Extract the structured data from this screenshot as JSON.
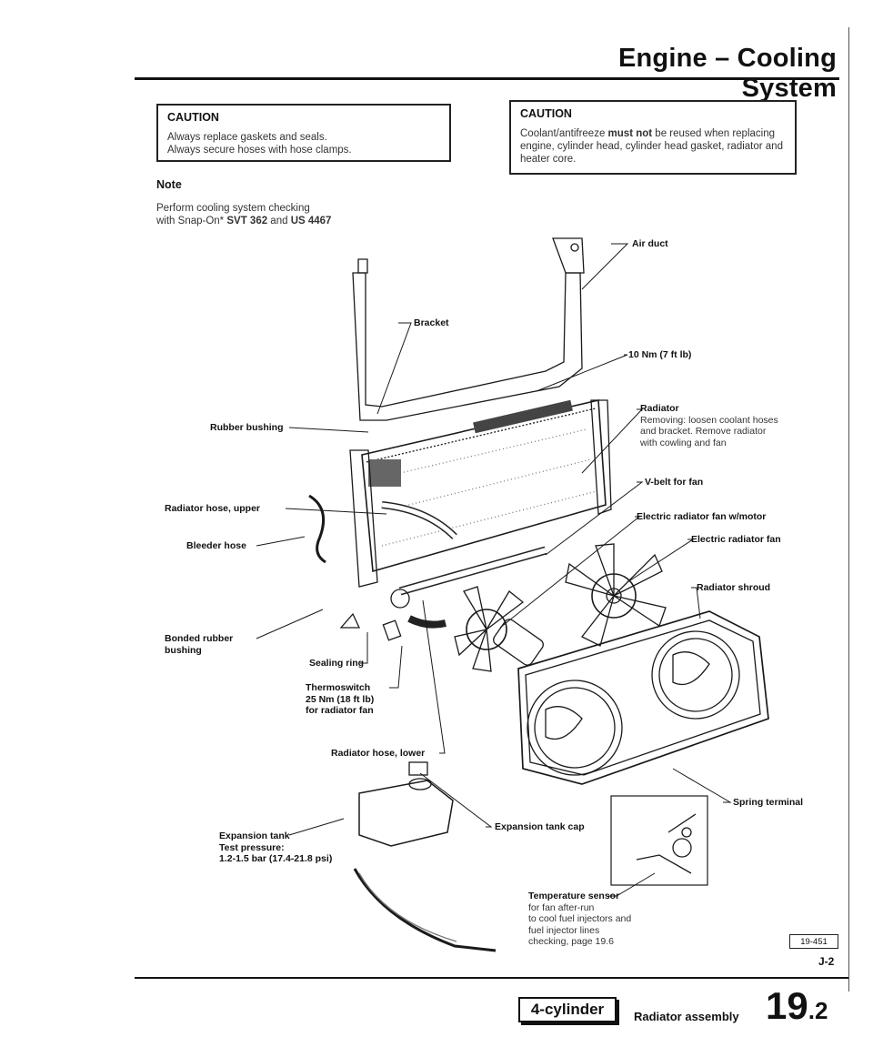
{
  "header": {
    "title": "Engine – Cooling System"
  },
  "caution_left": {
    "heading": "CAUTION",
    "lines": [
      "Always replace gaskets and seals.",
      "Always secure hoses with hose clamps."
    ]
  },
  "caution_right": {
    "heading": "CAUTION",
    "text_before": "Coolant/antifreeze ",
    "text_bold": "must not",
    "text_after": " be reused when replacing engine, cylinder head, cylinder head gasket, radiator and heater core."
  },
  "note": {
    "heading": "Note",
    "line1": "Perform cooling system checking",
    "line2_prefix": "with Snap-On* ",
    "tool1": "SVT 362",
    "and": " and ",
    "tool2": "US 4467"
  },
  "labels": {
    "air_duct": "Air duct",
    "bracket": "Bracket",
    "torque_10": "10 Nm (7 ft lb)",
    "radiator": "Radiator",
    "radiator_desc": [
      "Removing: loosen coolant hoses",
      "and bracket. Remove radiator",
      "with cowling and fan"
    ],
    "rubber_bushing": "Rubber bushing",
    "vbelt": "V-belt for fan",
    "radiator_hose_upper": "Radiator hose, upper",
    "electric_fan_motor": "Electric radiator fan w/motor",
    "bleeder_hose": "Bleeder hose",
    "electric_fan": "Electric radiator fan",
    "radiator_shroud": "Radiator shroud",
    "bonded_rubber": [
      "Bonded rubber",
      "bushing"
    ],
    "sealing_ring": "Sealing ring",
    "thermoswitch": [
      "Thermoswitch",
      "25 Nm (18 ft lb)",
      "for radiator fan"
    ],
    "radiator_hose_lower": "Radiator hose, lower",
    "spring_terminal": "Spring terminal",
    "expansion_tank_cap": "Expansion tank cap",
    "expansion_tank": [
      "Expansion tank",
      "Test pressure:",
      "1.2-1.5 bar (17.4-21.8 psi)"
    ],
    "temp_sensor": "Temperature sensor",
    "temp_sensor_desc": [
      "for fan after-run",
      "to cool fuel injectors and",
      "fuel injector lines",
      "checking, page 19.6"
    ]
  },
  "figure_tag": "19-451",
  "page_ref": "J-2",
  "footer": {
    "model": "4-cylinder",
    "section": "Radiator assembly",
    "number": "19",
    "sub": ".2"
  }
}
